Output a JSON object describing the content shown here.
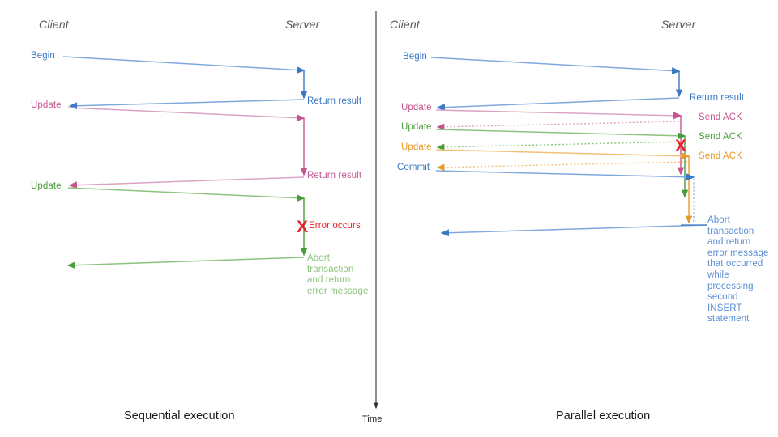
{
  "figure": {
    "title_left": "Sequential execution",
    "title_right": "Parallel execution",
    "time_axis_label": "Time"
  },
  "colors": {
    "blue": "#3b78c3",
    "blue_light": "#7fa9dd",
    "pink": "#c4558f",
    "pink_light": "#dba3c2",
    "green": "#4a9b3c",
    "green_light": "#8cc47e",
    "orange": "#e8992b",
    "orange_light": "#f3c078",
    "red": "#e8202a",
    "lane_head": "#595959",
    "caption": "#1a1a1a",
    "divider": "#333333"
  },
  "left_panel": {
    "lane_client": "Client",
    "lane_server": "Server",
    "messages": [
      {
        "label": "Begin",
        "color": "blue"
      },
      {
        "label": "Update",
        "color": "pink"
      },
      {
        "label": "Update",
        "color": "green"
      }
    ],
    "server_labels": [
      {
        "label": "Return result",
        "color": "blue"
      },
      {
        "label": "Return result",
        "color": "pink"
      }
    ],
    "error_label": "Error occurs",
    "error_marker": "X",
    "abort_text": "Abort\ntransaction\nand return\nerror message"
  },
  "right_panel": {
    "lane_client": "Client",
    "lane_server": "Server",
    "messages": [
      {
        "label": "Begin",
        "color": "blue"
      },
      {
        "label": "Update",
        "color": "pink"
      },
      {
        "label": "Update",
        "color": "green"
      },
      {
        "label": "Update",
        "color": "orange"
      },
      {
        "label": "Commit",
        "color": "blue"
      }
    ],
    "server_labels": [
      {
        "label": "Return result",
        "color": "blue"
      },
      {
        "label": "Send ACK",
        "color": "pink"
      },
      {
        "label": "Send ACK",
        "color": "green"
      },
      {
        "label": "Send ACK",
        "color": "orange"
      }
    ],
    "error_marker": "X",
    "abort_text": "Abort\ntransaction\nand return\nerror message\nthat occurred\nwhile\nprocessing\nsecond\nINSERT\nstatement"
  }
}
